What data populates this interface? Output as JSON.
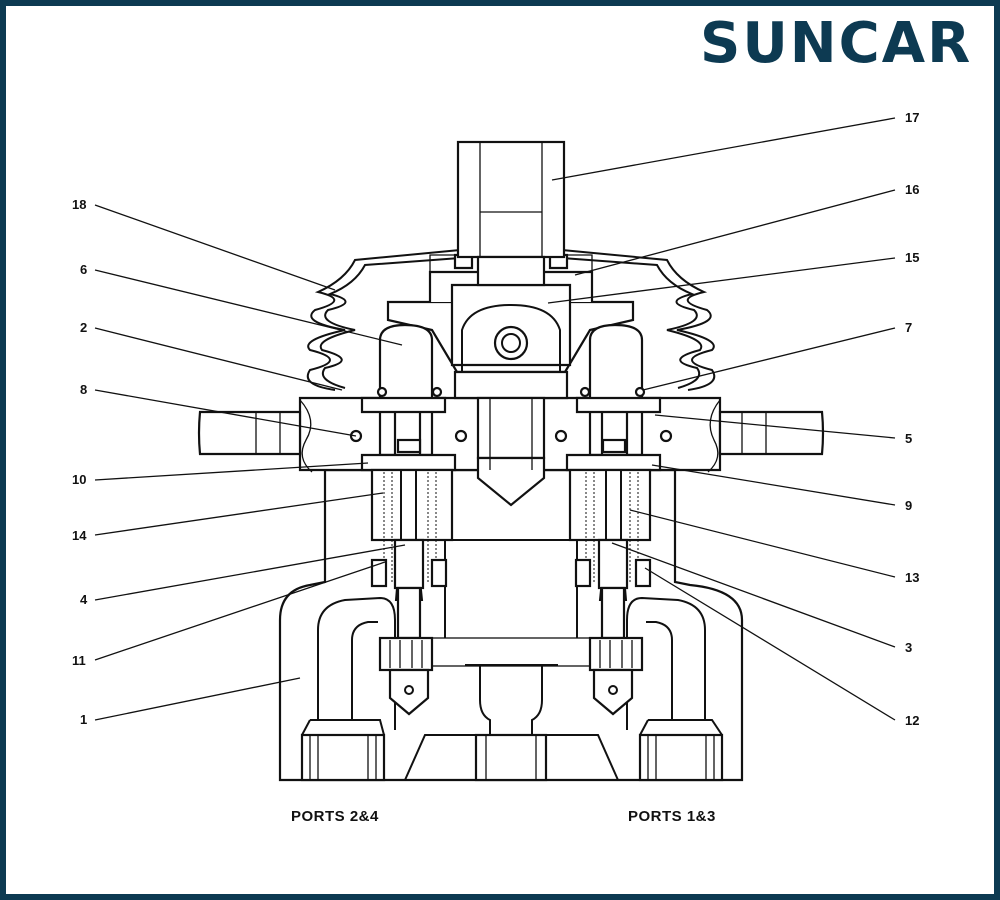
{
  "brand": {
    "logo_text": "SUNCAR",
    "logo_primary": "#0d3a52",
    "logo_accent": "#1a9fd6"
  },
  "frame_color": "#0d3a52",
  "ports": {
    "left": "PORTS 2&4",
    "right": "PORTS 1&3"
  },
  "callouts": [
    "17",
    "18",
    "16",
    "6",
    "15",
    "2",
    "7",
    "8",
    "5",
    "10",
    "9",
    "14",
    "13",
    "4",
    "3",
    "11",
    "12",
    "1"
  ]
}
